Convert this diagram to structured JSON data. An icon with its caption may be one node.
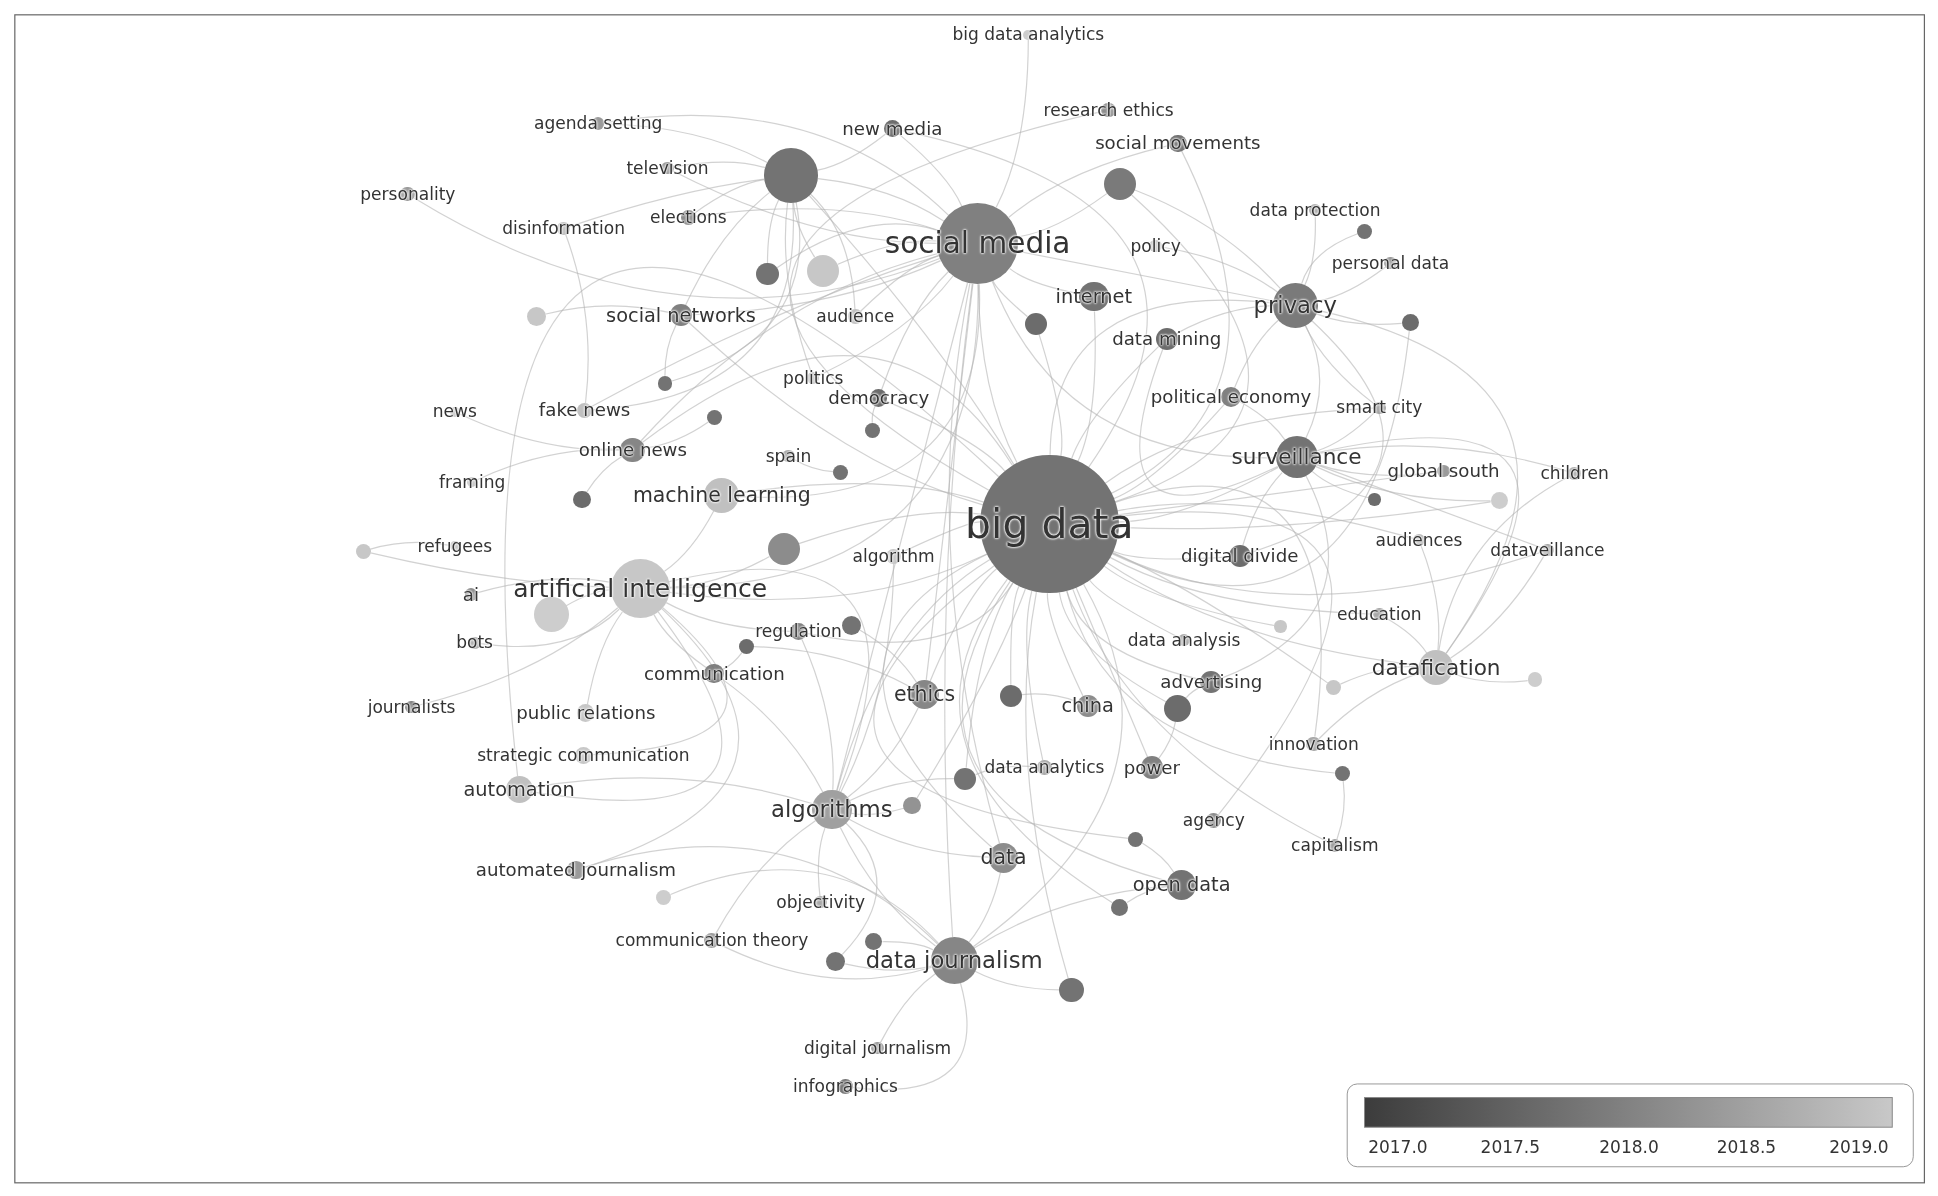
{
  "diagram": {
    "nodes": [
      {
        "text": [
          "big data analytics"
        ]
      },
      {
        "text": [
          "agenda setting"
        ]
      },
      {
        "text": [
          "new media"
        ]
      },
      {
        "text": [
          "research ethics"
        ]
      },
      {
        "text": [
          "social movements"
        ]
      },
      {
        "text": [
          "personality"
        ]
      },
      {
        "text": [
          "television"
        ]
      },
      {
        "text": [],
        "shape": "circle"
      },
      {
        "text": [],
        "shape": "circle"
      },
      {
        "text": [
          "disinformation"
        ]
      },
      {
        "text": [
          "elections"
        ]
      },
      {
        "text": [
          "social media"
        ]
      },
      {
        "text": [
          "data protection"
        ]
      },
      {
        "text": [
          "policy"
        ]
      },
      {
        "text": [
          "personal data"
        ]
      },
      {
        "text": [
          "internet"
        ]
      },
      {
        "text": [
          "privacy"
        ]
      },
      {
        "text": [
          "social networks"
        ]
      },
      {
        "text": [
          "audience"
        ]
      },
      {
        "text": [
          "data mining"
        ]
      },
      {
        "text": [
          "politics"
        ]
      },
      {
        "text": [
          "democracy"
        ]
      },
      {
        "text": [
          "political economy"
        ]
      },
      {
        "text": [
          "smart city"
        ]
      },
      {
        "text": [
          "news"
        ]
      },
      {
        "text": [
          "fake news"
        ]
      },
      {
        "text": [
          "online news"
        ]
      },
      {
        "text": [
          "spain"
        ]
      },
      {
        "text": [
          "surveillance"
        ]
      },
      {
        "text": [
          "global south"
        ]
      },
      {
        "text": [
          "children"
        ]
      },
      {
        "text": [
          "framing"
        ]
      },
      {
        "text": [
          "machine learning"
        ]
      },
      {
        "text": [
          "big data"
        ]
      },
      {
        "text": [
          "refugees"
        ]
      },
      {
        "text": [
          "algorithm"
        ]
      },
      {
        "text": [
          "digital divide"
        ]
      },
      {
        "text": [
          "audiences"
        ]
      },
      {
        "text": [
          "dataveillance"
        ]
      },
      {
        "text": [
          "ai"
        ]
      },
      {
        "text": [
          "artificial intelligence"
        ]
      },
      {
        "text": [
          "education"
        ]
      },
      {
        "text": [
          "regulation"
        ]
      },
      {
        "text": [
          "data analysis"
        ]
      },
      {
        "text": [
          "bots"
        ]
      },
      {
        "text": [
          "datafication"
        ]
      },
      {
        "text": [
          "communication"
        ]
      },
      {
        "text": [
          "ethics"
        ]
      },
      {
        "text": [
          "china"
        ]
      },
      {
        "text": [
          "advertising"
        ]
      },
      {
        "text": [
          "journalists"
        ]
      },
      {
        "text": [
          "public relations"
        ]
      },
      {
        "text": [
          "strategic communication"
        ]
      },
      {
        "text": [
          "innovation"
        ]
      },
      {
        "text": [
          "automation"
        ]
      },
      {
        "text": [
          "data analytics"
        ]
      },
      {
        "text": [
          "power"
        ]
      },
      {
        "text": [
          "algorithms"
        ]
      },
      {
        "text": [
          "agency"
        ]
      },
      {
        "text": [
          "capitalism"
        ]
      },
      {
        "text": [
          "data"
        ]
      },
      {
        "text": [
          "open data"
        ]
      },
      {
        "text": [
          "automated journalism"
        ]
      },
      {
        "text": [
          "objectivity"
        ]
      },
      {
        "text": [
          "communication theory"
        ]
      },
      {
        "text": [
          "data journalism"
        ]
      },
      {
        "text": [
          "digital journalism"
        ]
      },
      {
        "text": [
          "infographics"
        ]
      },
      {
        "text": [],
        "shape": "circle"
      },
      {
        "text": [],
        "shape": "circle"
      },
      {
        "text": [],
        "shape": "circle"
      },
      {
        "text": [],
        "shape": "circle"
      },
      {
        "text": [],
        "shape": "circle"
      },
      {
        "text": [],
        "shape": "circle"
      },
      {
        "text": [],
        "shape": "circle"
      },
      {
        "text": [],
        "shape": "circle"
      },
      {
        "text": [],
        "shape": "circle"
      },
      {
        "text": [],
        "shape": "circle"
      },
      {
        "text": [],
        "shape": "circle"
      },
      {
        "text": [],
        "shape": "circle"
      },
      {
        "text": [],
        "shape": "circle"
      },
      {
        "text": [],
        "shape": "circle"
      },
      {
        "text": [],
        "shape": "circle"
      },
      {
        "text": [],
        "shape": "circle"
      },
      {
        "text": [],
        "shape": "circle"
      },
      {
        "text": [],
        "shape": "circle"
      },
      {
        "text": [],
        "shape": "circle"
      },
      {
        "text": [],
        "shape": "circle"
      },
      {
        "text": [],
        "shape": "circle"
      },
      {
        "text": [],
        "shape": "circle"
      },
      {
        "text": [],
        "shape": "circle"
      },
      {
        "text": [],
        "shape": "circle"
      },
      {
        "text": [],
        "shape": "circle"
      },
      {
        "text": [],
        "shape": "circle"
      },
      {
        "text": [],
        "shape": "circle"
      },
      {
        "text": [],
        "shape": "circle"
      },
      {
        "text": [],
        "shape": "circle"
      },
      {
        "text": [],
        "shape": "circle"
      },
      {
        "text": [],
        "shape": "circle"
      },
      {
        "text": [],
        "shape": "circle"
      }
    ],
    "edges": [
      {
        "from": 33,
        "to": 2,
        "arrow": "none"
      },
      {
        "from": 33,
        "to": 3,
        "arrow": "none"
      },
      {
        "from": 33,
        "to": 4,
        "arrow": "none"
      },
      {
        "from": 33,
        "to": 7,
        "arrow": "none"
      },
      {
        "from": 33,
        "to": 8,
        "arrow": "none"
      },
      {
        "from": 33,
        "to": 11,
        "arrow": "none"
      },
      {
        "from": 33,
        "to": 15,
        "arrow": "none"
      },
      {
        "from": 33,
        "to": 16,
        "arrow": "none"
      },
      {
        "from": 33,
        "to": 17,
        "arrow": "none"
      },
      {
        "from": 33,
        "to": 19,
        "arrow": "none"
      },
      {
        "from": 33,
        "to": 21,
        "arrow": "none"
      },
      {
        "from": 33,
        "to": 22,
        "arrow": "none"
      },
      {
        "from": 33,
        "to": 23,
        "arrow": "none"
      },
      {
        "from": 33,
        "to": 26,
        "arrow": "none"
      },
      {
        "from": 33,
        "to": 28,
        "arrow": "none"
      },
      {
        "from": 33,
        "to": 29,
        "arrow": "none"
      },
      {
        "from": 33,
        "to": 32,
        "arrow": "none"
      },
      {
        "from": 33,
        "to": 35,
        "arrow": "none"
      },
      {
        "from": 33,
        "to": 36,
        "arrow": "none"
      },
      {
        "from": 33,
        "to": 37,
        "arrow": "none"
      },
      {
        "from": 33,
        "to": 38,
        "arrow": "none"
      },
      {
        "from": 33,
        "to": 40,
        "arrow": "none"
      },
      {
        "from": 33,
        "to": 41,
        "arrow": "none"
      },
      {
        "from": 33,
        "to": 42,
        "arrow": "none"
      },
      {
        "from": 33,
        "to": 43,
        "arrow": "none"
      },
      {
        "from": 33,
        "to": 45,
        "arrow": "none"
      },
      {
        "from": 33,
        "to": 47,
        "arrow": "none"
      },
      {
        "from": 33,
        "to": 48,
        "arrow": "none"
      },
      {
        "from": 33,
        "to": 49,
        "arrow": "none"
      },
      {
        "from": 33,
        "to": 53,
        "arrow": "none"
      },
      {
        "from": 33,
        "to": 54,
        "arrow": "none"
      },
      {
        "from": 33,
        "to": 55,
        "arrow": "none"
      },
      {
        "from": 33,
        "to": 56,
        "arrow": "none"
      },
      {
        "from": 33,
        "to": 57,
        "arrow": "none"
      },
      {
        "from": 33,
        "to": 58,
        "arrow": "none"
      },
      {
        "from": 33,
        "to": 59,
        "arrow": "none"
      },
      {
        "from": 33,
        "to": 60,
        "arrow": "none"
      },
      {
        "from": 33,
        "to": 61,
        "arrow": "none"
      },
      {
        "from": 33,
        "to": 65,
        "arrow": "none"
      },
      {
        "from": 33,
        "to": 71,
        "arrow": "none"
      },
      {
        "from": 33,
        "to": 72,
        "arrow": "none"
      },
      {
        "from": 33,
        "to": 78,
        "arrow": "none"
      },
      {
        "from": 33,
        "to": 83,
        "arrow": "none"
      },
      {
        "from": 33,
        "to": 84,
        "arrow": "none"
      },
      {
        "from": 33,
        "to": 86,
        "arrow": "none"
      },
      {
        "from": 33,
        "to": 87,
        "arrow": "none"
      },
      {
        "from": 33,
        "to": 88,
        "arrow": "none"
      },
      {
        "from": 33,
        "to": 90,
        "arrow": "none"
      },
      {
        "from": 33,
        "to": 91,
        "arrow": "none"
      },
      {
        "from": 33,
        "to": 92,
        "arrow": "none"
      },
      {
        "from": 33,
        "to": 93,
        "arrow": "none"
      },
      {
        "from": 33,
        "to": 94,
        "arrow": "none"
      },
      {
        "from": 33,
        "to": 97,
        "arrow": "none"
      },
      {
        "from": 11,
        "to": 1,
        "arrow": "none"
      },
      {
        "from": 11,
        "to": 2,
        "arrow": "none"
      },
      {
        "from": 11,
        "to": 4,
        "arrow": "none"
      },
      {
        "from": 11,
        "to": 5,
        "arrow": "none"
      },
      {
        "from": 11,
        "to": 6,
        "arrow": "none"
      },
      {
        "from": 11,
        "to": 7,
        "arrow": "none"
      },
      {
        "from": 11,
        "to": 8,
        "arrow": "none"
      },
      {
        "from": 11,
        "to": 10,
        "arrow": "none"
      },
      {
        "from": 11,
        "to": 15,
        "arrow": "none"
      },
      {
        "from": 11,
        "to": 16,
        "arrow": "none"
      },
      {
        "from": 11,
        "to": 17,
        "arrow": "none"
      },
      {
        "from": 11,
        "to": 18,
        "arrow": "none"
      },
      {
        "from": 11,
        "to": 20,
        "arrow": "none"
      },
      {
        "from": 11,
        "to": 21,
        "arrow": "none"
      },
      {
        "from": 11,
        "to": 25,
        "arrow": "none"
      },
      {
        "from": 11,
        "to": 26,
        "arrow": "none"
      },
      {
        "from": 11,
        "to": 28,
        "arrow": "none"
      },
      {
        "from": 11,
        "to": 32,
        "arrow": "none"
      },
      {
        "from": 11,
        "to": 40,
        "arrow": "none"
      },
      {
        "from": 11,
        "to": 47,
        "arrow": "none"
      },
      {
        "from": 11,
        "to": 57,
        "arrow": "none"
      },
      {
        "from": 11,
        "to": 60,
        "arrow": "none"
      },
      {
        "from": 11,
        "to": 65,
        "arrow": "none"
      },
      {
        "from": 11,
        "to": 68,
        "arrow": "none"
      },
      {
        "from": 11,
        "to": 69,
        "arrow": "none"
      },
      {
        "from": 11,
        "to": 71,
        "arrow": "none"
      },
      {
        "from": 7,
        "to": 1,
        "arrow": "none"
      },
      {
        "from": 7,
        "to": 2,
        "arrow": "none"
      },
      {
        "from": 7,
        "to": 6,
        "arrow": "none"
      },
      {
        "from": 7,
        "to": 9,
        "arrow": "none"
      },
      {
        "from": 7,
        "to": 10,
        "arrow": "none"
      },
      {
        "from": 7,
        "to": 17,
        "arrow": "none"
      },
      {
        "from": 7,
        "to": 18,
        "arrow": "none"
      },
      {
        "from": 7,
        "to": 20,
        "arrow": "none"
      },
      {
        "from": 7,
        "to": 68,
        "arrow": "none"
      },
      {
        "from": 7,
        "to": 69,
        "arrow": "none"
      },
      {
        "from": 7,
        "to": 73,
        "arrow": "none"
      },
      {
        "from": 7,
        "to": 25,
        "arrow": "none"
      },
      {
        "from": 16,
        "to": 12,
        "arrow": "none"
      },
      {
        "from": 16,
        "to": 14,
        "arrow": "none"
      },
      {
        "from": 16,
        "to": 19,
        "arrow": "none"
      },
      {
        "from": 16,
        "to": 22,
        "arrow": "none"
      },
      {
        "from": 16,
        "to": 28,
        "arrow": "none"
      },
      {
        "from": 16,
        "to": 36,
        "arrow": "none"
      },
      {
        "from": 16,
        "to": 45,
        "arrow": "none"
      },
      {
        "from": 16,
        "to": 72,
        "arrow": "none"
      },
      {
        "from": 16,
        "to": 8,
        "arrow": "none"
      },
      {
        "from": 16,
        "to": 13,
        "arrow": "none"
      },
      {
        "from": 16,
        "to": 23,
        "arrow": "none"
      },
      {
        "from": 16,
        "to": 99,
        "arrow": "none"
      },
      {
        "from": 28,
        "to": 22,
        "arrow": "none"
      },
      {
        "from": 28,
        "to": 23,
        "arrow": "none"
      },
      {
        "from": 28,
        "to": 29,
        "arrow": "none"
      },
      {
        "from": 28,
        "to": 30,
        "arrow": "none"
      },
      {
        "from": 28,
        "to": 36,
        "arrow": "none"
      },
      {
        "from": 28,
        "to": 38,
        "arrow": "none"
      },
      {
        "from": 28,
        "to": 45,
        "arrow": "none"
      },
      {
        "from": 28,
        "to": 85,
        "arrow": "none"
      },
      {
        "from": 28,
        "to": 86,
        "arrow": "none"
      },
      {
        "from": 28,
        "to": 19,
        "arrow": "none"
      },
      {
        "from": 28,
        "to": 49,
        "arrow": "none"
      },
      {
        "from": 40,
        "to": 32,
        "arrow": "none"
      },
      {
        "from": 40,
        "to": 39,
        "arrow": "none"
      },
      {
        "from": 40,
        "to": 44,
        "arrow": "none"
      },
      {
        "from": 40,
        "to": 50,
        "arrow": "none"
      },
      {
        "from": 40,
        "to": 51,
        "arrow": "none"
      },
      {
        "from": 40,
        "to": 52,
        "arrow": "none"
      },
      {
        "from": 40,
        "to": 54,
        "arrow": "none"
      },
      {
        "from": 40,
        "to": 79,
        "arrow": "none"
      },
      {
        "from": 40,
        "to": 80,
        "arrow": "none"
      },
      {
        "from": 40,
        "to": 78,
        "arrow": "none"
      },
      {
        "from": 40,
        "to": 46,
        "arrow": "none"
      },
      {
        "from": 40,
        "to": 42,
        "arrow": "none"
      },
      {
        "from": 40,
        "to": 57,
        "arrow": "none"
      },
      {
        "from": 40,
        "to": 62,
        "arrow": "none"
      },
      {
        "from": 57,
        "to": 47,
        "arrow": "none"
      },
      {
        "from": 57,
        "to": 46,
        "arrow": "none"
      },
      {
        "from": 57,
        "to": 63,
        "arrow": "none"
      },
      {
        "from": 57,
        "to": 64,
        "arrow": "none"
      },
      {
        "from": 57,
        "to": 65,
        "arrow": "none"
      },
      {
        "from": 57,
        "to": 91,
        "arrow": "none"
      },
      {
        "from": 57,
        "to": 92,
        "arrow": "none"
      },
      {
        "from": 57,
        "to": 54,
        "arrow": "none"
      },
      {
        "from": 57,
        "to": 60,
        "arrow": "none"
      },
      {
        "from": 57,
        "to": 35,
        "arrow": "none"
      },
      {
        "from": 57,
        "to": 42,
        "arrow": "none"
      },
      {
        "from": 65,
        "to": 60,
        "arrow": "none"
      },
      {
        "from": 65,
        "to": 64,
        "arrow": "none"
      },
      {
        "from": 65,
        "to": 66,
        "arrow": "none"
      },
      {
        "from": 65,
        "to": 67,
        "arrow": "none"
      },
      {
        "from": 65,
        "to": 95,
        "arrow": "none"
      },
      {
        "from": 65,
        "to": 96,
        "arrow": "none"
      },
      {
        "from": 65,
        "to": 97,
        "arrow": "none"
      },
      {
        "from": 65,
        "to": 62,
        "arrow": "none"
      },
      {
        "from": 65,
        "to": 61,
        "arrow": "none"
      },
      {
        "from": 65,
        "to": 98,
        "arrow": "none"
      },
      {
        "from": 45,
        "to": 38,
        "arrow": "none"
      },
      {
        "from": 45,
        "to": 41,
        "arrow": "none"
      },
      {
        "from": 45,
        "to": 53,
        "arrow": "none"
      },
      {
        "from": 45,
        "to": 89,
        "arrow": "none"
      },
      {
        "from": 45,
        "to": 88,
        "arrow": "none"
      },
      {
        "from": 45,
        "to": 37,
        "arrow": "none"
      },
      {
        "from": 45,
        "to": 30,
        "arrow": "none"
      },
      {
        "from": 26,
        "to": 24,
        "arrow": "none"
      },
      {
        "from": 26,
        "to": 31,
        "arrow": "none"
      },
      {
        "from": 26,
        "to": 77,
        "arrow": "none"
      },
      {
        "from": 26,
        "to": 74,
        "arrow": "none"
      },
      {
        "from": 25,
        "to": 9,
        "arrow": "none"
      },
      {
        "from": 17,
        "to": 70,
        "arrow": "none"
      },
      {
        "from": 17,
        "to": 73,
        "arrow": "none"
      },
      {
        "from": 21,
        "to": 75,
        "arrow": "none"
      },
      {
        "from": 27,
        "to": 76,
        "arrow": "none"
      },
      {
        "from": 61,
        "to": 93,
        "arrow": "none"
      },
      {
        "from": 61,
        "to": 94,
        "arrow": "none"
      },
      {
        "from": 48,
        "to": 83,
        "arrow": "none"
      },
      {
        "from": 49,
        "to": 84,
        "arrow": "none"
      },
      {
        "from": 56,
        "to": 84,
        "arrow": "none"
      },
      {
        "from": 55,
        "to": 92,
        "arrow": "none"
      },
      {
        "from": 47,
        "to": 81,
        "arrow": "none"
      },
      {
        "from": 46,
        "to": 81,
        "arrow": "none"
      },
      {
        "from": 47,
        "to": 82,
        "arrow": "none"
      },
      {
        "from": 34,
        "to": 79,
        "arrow": "none"
      },
      {
        "from": 59,
        "to": 90,
        "arrow": "none"
      },
      {
        "from": 57,
        "to": 96,
        "arrow": "none"
      },
      {
        "from": 11,
        "to": 0,
        "arrow": "none"
      }
    ],
    "labels": [
      "2017.0",
      "2017.5",
      "2018.0",
      "2018.5",
      "2019.0"
    ]
  }
}
